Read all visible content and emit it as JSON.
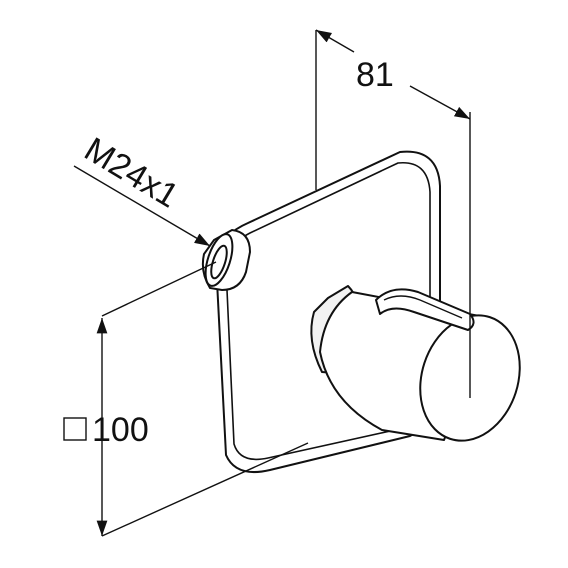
{
  "dimensions": {
    "depth": {
      "label": "81"
    },
    "thread": {
      "label": "M24x1"
    },
    "plate": {
      "symbol": "□",
      "label": "100"
    }
  },
  "colors": {
    "line": "#111111",
    "surface": "#ffffff",
    "shade": "#f2f2f2"
  }
}
